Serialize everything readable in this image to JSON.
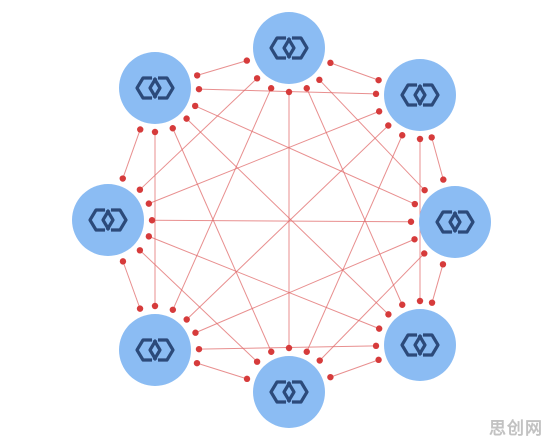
{
  "diagram": {
    "type": "fully-connected-mesh",
    "node_count": 8,
    "node_icon": "linked-chain-icon",
    "colors": {
      "node_fill": "#8bbcf3",
      "node_icon": "#2c4a7a",
      "edge": "#e06a6a",
      "endpoint": "#d63b3b",
      "background": "#ffffff"
    }
  },
  "watermark": {
    "text": "思创网"
  }
}
